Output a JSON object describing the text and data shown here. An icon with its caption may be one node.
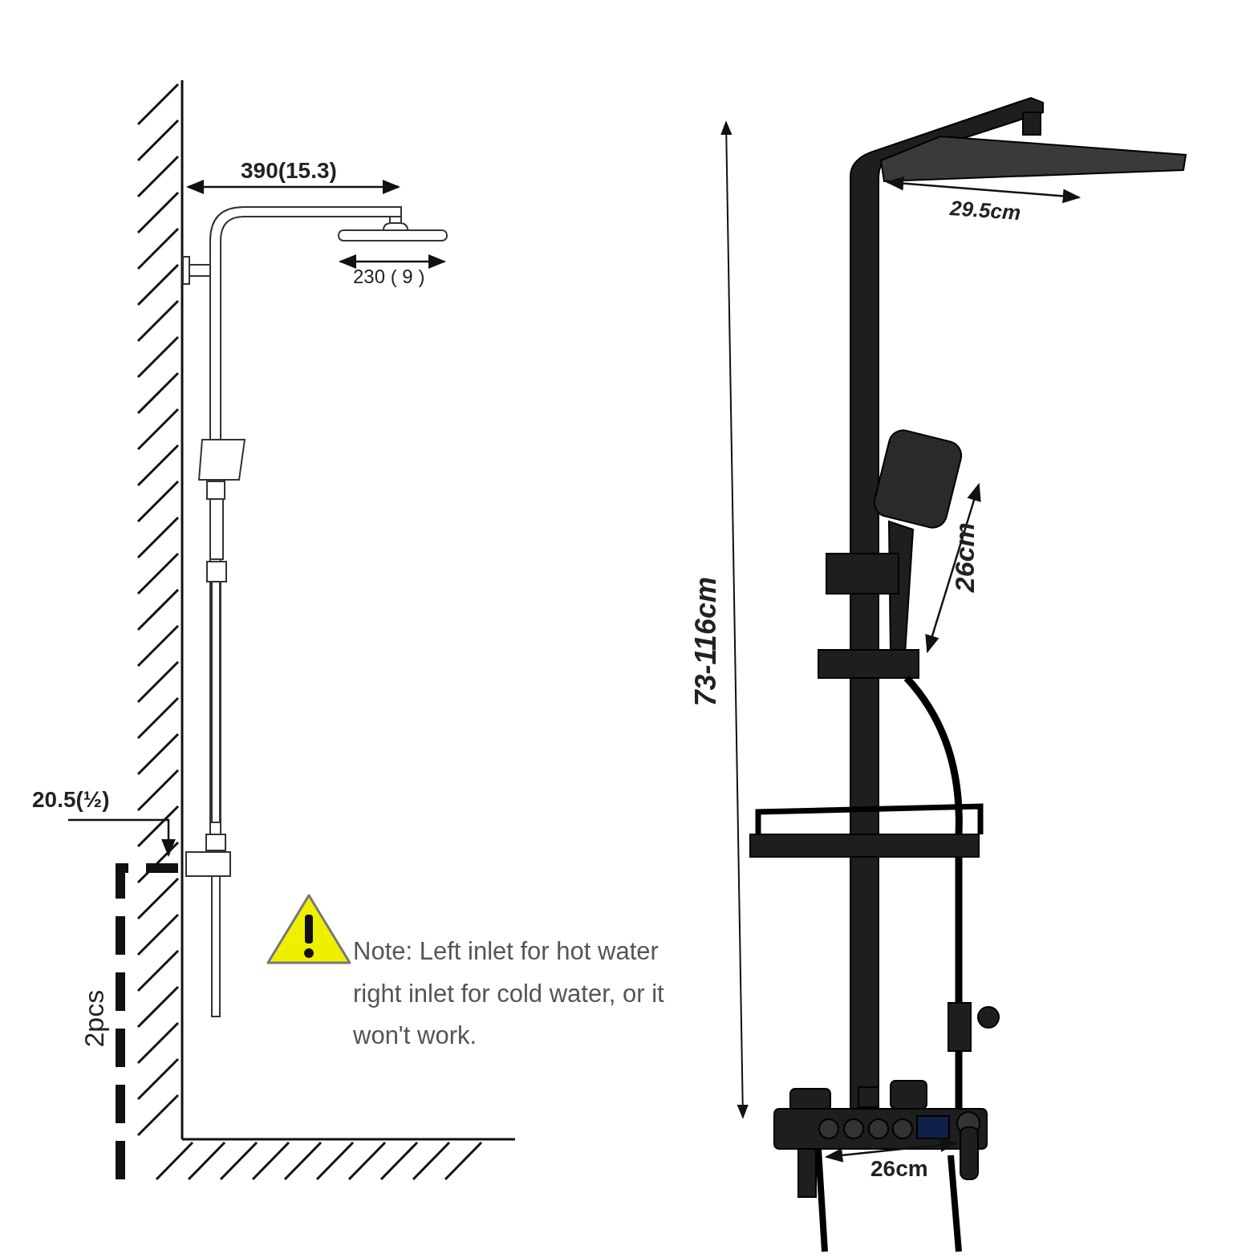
{
  "diagram": {
    "labels": [
      "390(15.3)",
      "230 ( 9 )",
      "20.5(½)",
      "2pcs",
      "Note: Left inlet for hot water right inlet for cold water, or it won't work.",
      "29.5cm",
      "73-116cm",
      "26cm",
      "26cm"
    ]
  }
}
